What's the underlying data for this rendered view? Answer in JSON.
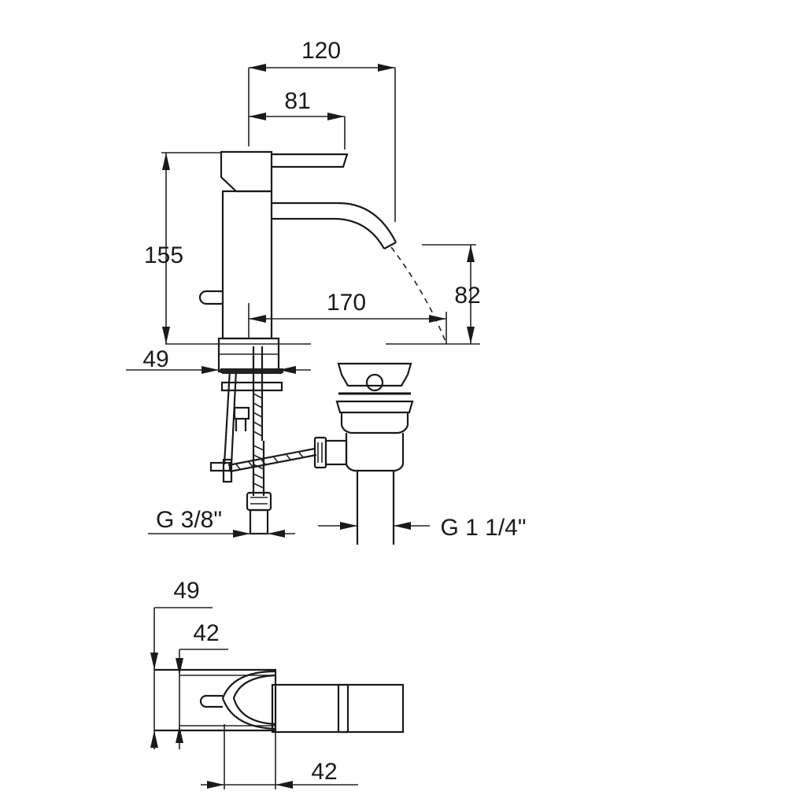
{
  "dimensions": {
    "top_width": "120",
    "lever_length": "81",
    "height": "155",
    "spout_height": "82",
    "spout_reach": "170",
    "base_thickness": "49",
    "inlet_thread": "G 3/8\"",
    "drain_thread": "G 1 1/4\"",
    "plan_width": "49",
    "plan_body": "42",
    "plan_lever": "42"
  }
}
